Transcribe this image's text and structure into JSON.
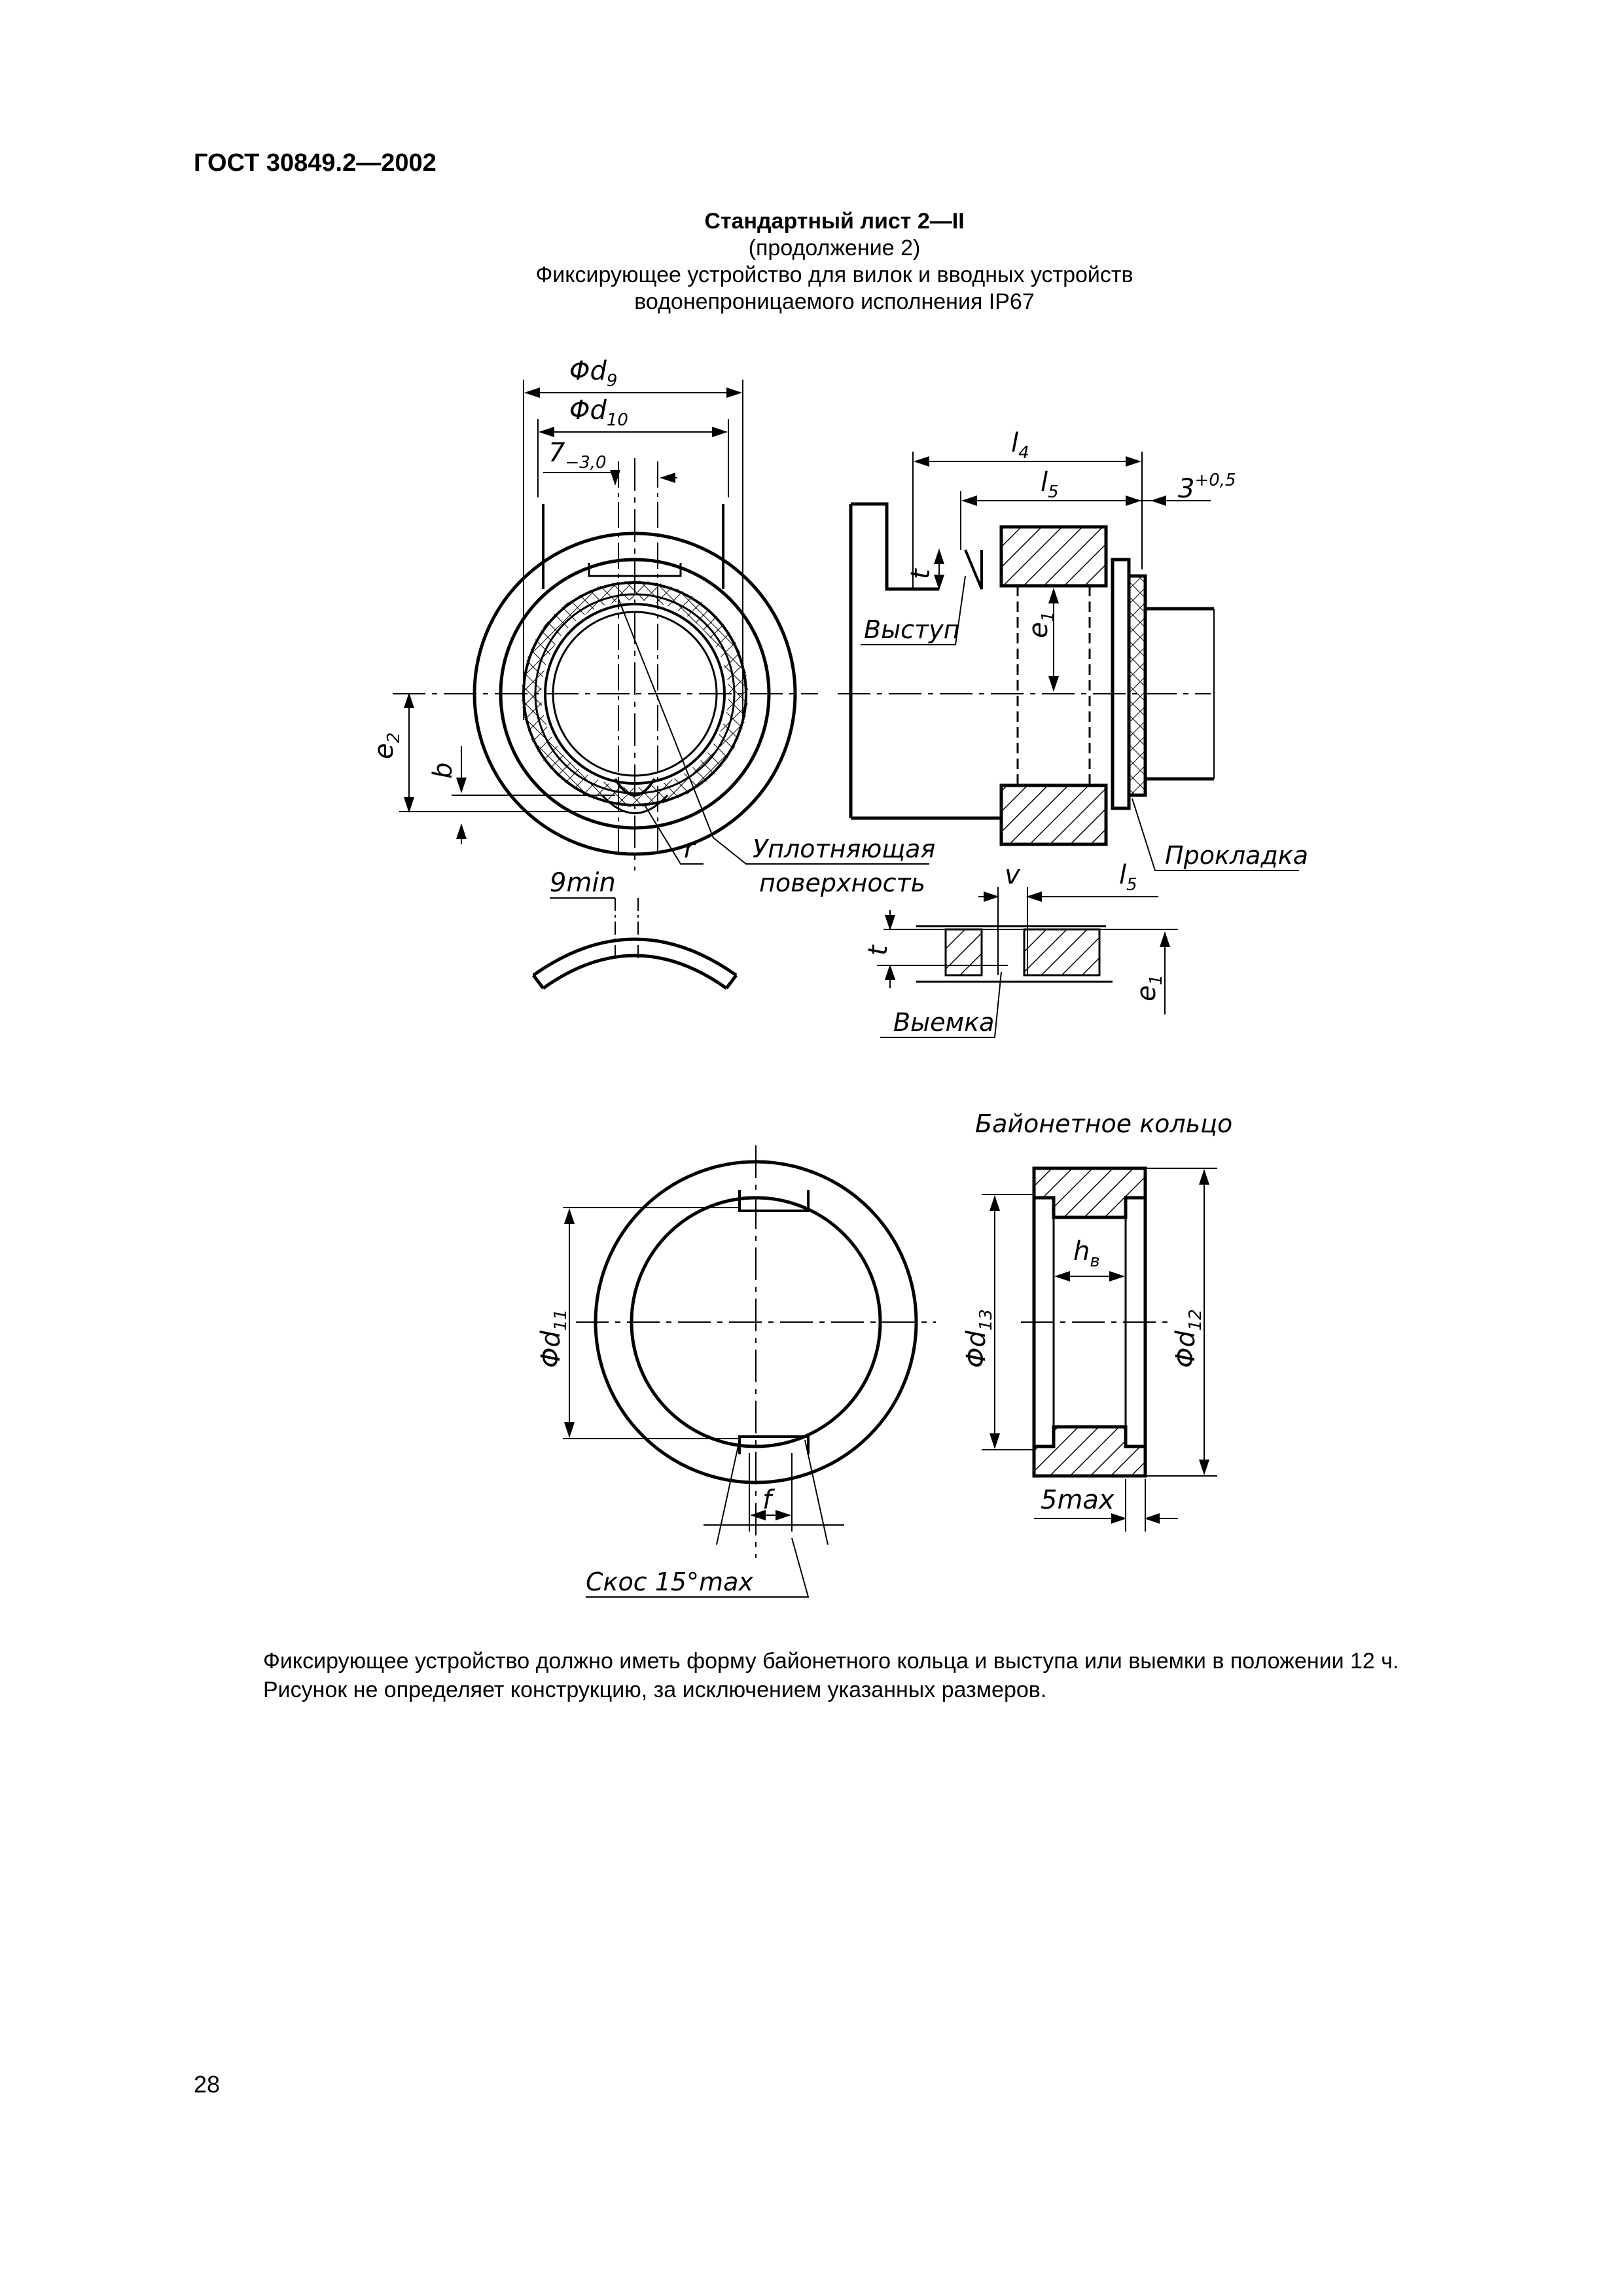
{
  "header": {
    "doc_code": "ГОСТ 30849.2—2002"
  },
  "title": {
    "sheet": "Стандартный лист 2—II",
    "continuation": "(продолжение 2)",
    "line1": "Фиксирующее устройство для вилок и вводных устройств",
    "line2": "водонепроницаемого исполнения IP67"
  },
  "drawing": {
    "dims": {
      "d9": "Φd",
      "d9_sub": "9",
      "d10": "Φd",
      "d10_sub": "10",
      "seven": "7",
      "seven_sub": "−3,0",
      "e2": "e",
      "e2_sub": "2",
      "b": "b",
      "r": "r",
      "nine_min": "9min",
      "l4": "l",
      "l4_sub": "4",
      "l5": "l",
      "l5_sub": "5",
      "three": "3",
      "three_sup": "+0,5",
      "t": "t",
      "e1": "e",
      "e1_sub": "1",
      "v": "v",
      "l5b": "l",
      "l5b_sub": "5",
      "t2": "t",
      "e1b": "e",
      "e1b_sub": "1",
      "d11": "Φd",
      "d11_sub": "11",
      "d13": "Φd",
      "d13_sub": "13",
      "d12": "Φd",
      "d12_sub": "12",
      "hb": "h",
      "hb_sub": "в",
      "five_max": "5max",
      "f": "f"
    },
    "labels": {
      "protrusion": "Выступ",
      "sealing_1": "Уплотняющая",
      "sealing_2": "поверхность",
      "gasket": "Прокладка",
      "notch": "Выемка",
      "bayonet_ring": "Байонетное кольцо",
      "chamfer": "Скос 15°max"
    }
  },
  "note": {
    "line1": "Фиксирующее устройство должно иметь форму байонетного кольца и выступа или выемки в положении 12 ч.",
    "line2": "Рисунок не определяет конструкцию, за исключением указанных размеров."
  },
  "page_number": "28"
}
